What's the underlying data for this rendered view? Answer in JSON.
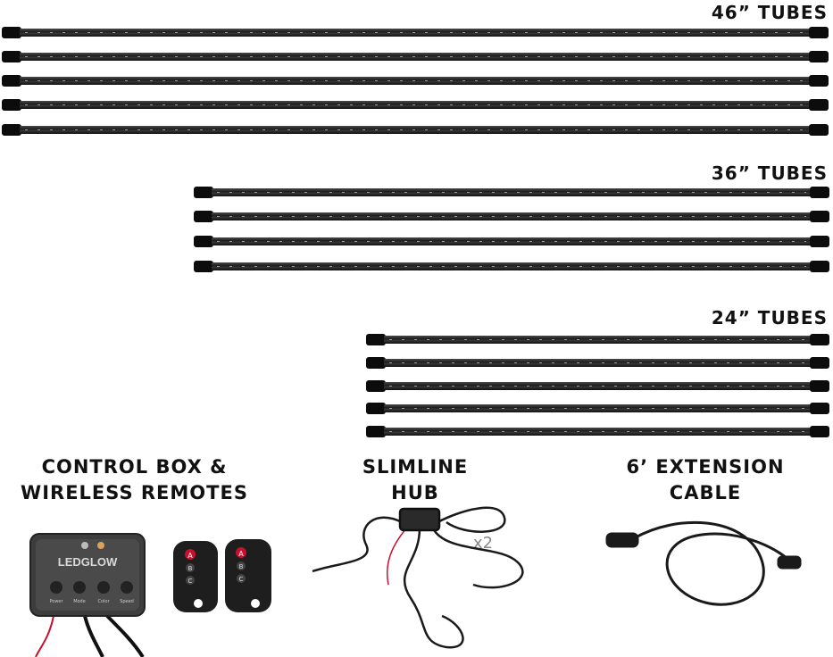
{
  "sections": {
    "tubes46": {
      "label": "46” TUBES",
      "count": 5
    },
    "tubes36": {
      "label": "36” TUBES",
      "count": 4
    },
    "tubes24": {
      "label": "24” TUBES",
      "count": 5
    }
  },
  "components": {
    "control_box": {
      "line1": "CONTROL BOX &",
      "line2": "WIRELESS REMOTES",
      "brand": "LEDGLOW",
      "buttons": [
        "Power",
        "Mode",
        "Color",
        "Speed"
      ],
      "remote_keys": [
        "A",
        "B",
        "C"
      ]
    },
    "hub": {
      "line1": "SLIMLINE",
      "line2": "HUB",
      "quantity": "x2"
    },
    "cable": {
      "line1": "6’ EXTENSION",
      "line2": "CABLE"
    }
  },
  "colors": {
    "tube": "#1a1a1a",
    "accent_red": "#c8102e"
  }
}
